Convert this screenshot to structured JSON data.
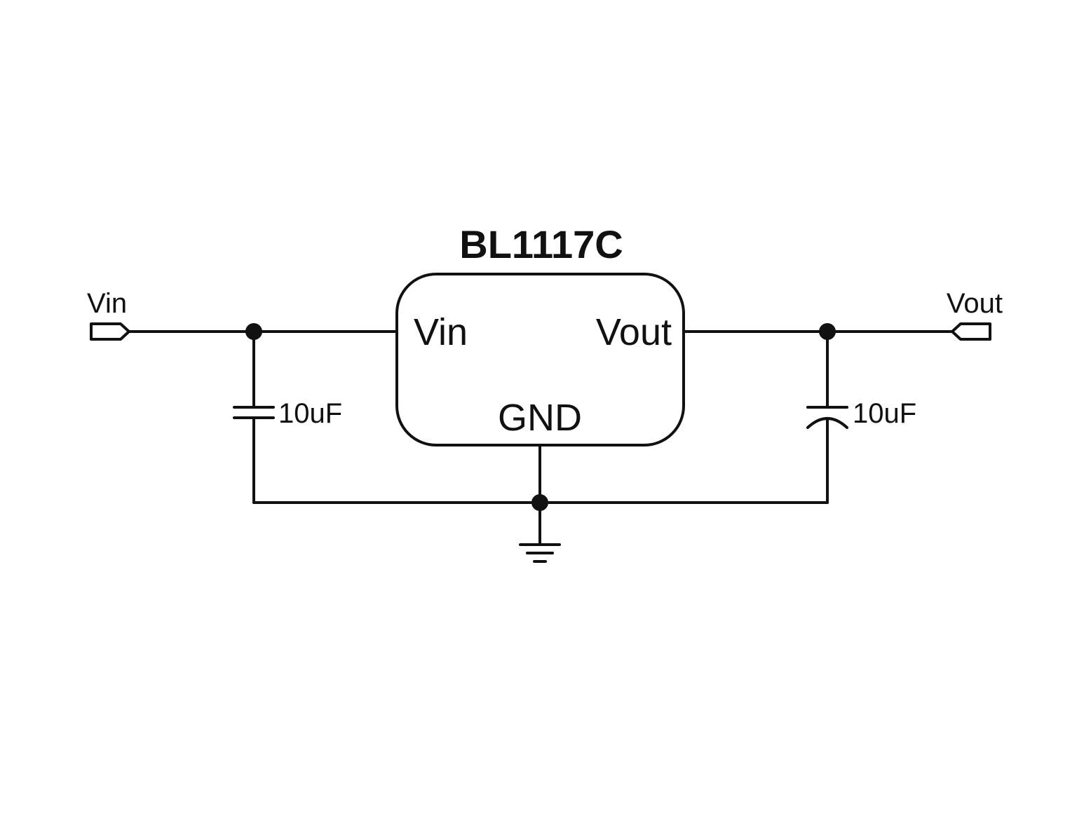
{
  "component": {
    "part_number": "BL1117C",
    "pins": {
      "input": "Vin",
      "output": "Vout",
      "ground": "GND"
    }
  },
  "ports": {
    "input": "Vin",
    "output": "Vout"
  },
  "capacitors": {
    "input": {
      "value": "10uF",
      "polarized": false
    },
    "output": {
      "value": "10uF",
      "polarized": true
    }
  },
  "symbols": {
    "junction": "junction-dot",
    "ground": "ground-symbol-icon",
    "port": "port-flag-icon"
  },
  "colors": {
    "line": "#111111",
    "background": "#ffffff"
  }
}
